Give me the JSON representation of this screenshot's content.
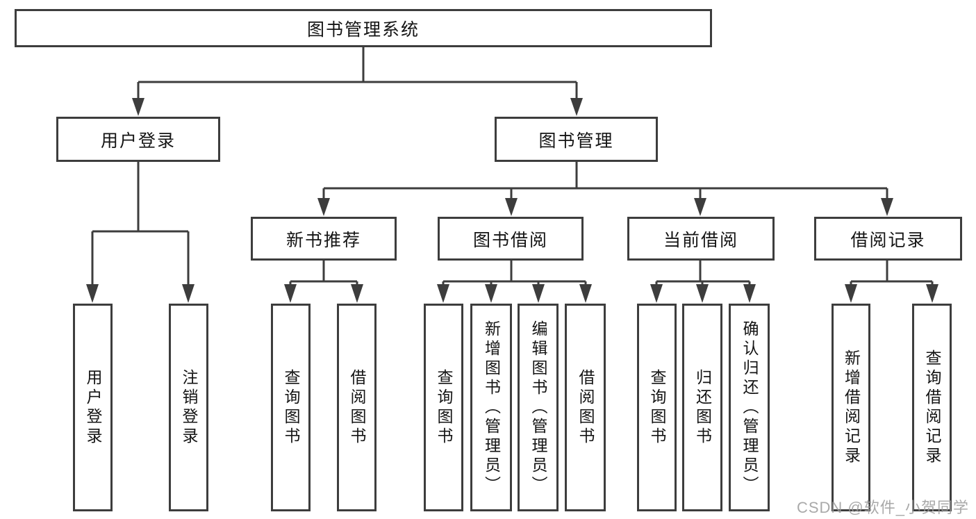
{
  "diagram": {
    "root": {
      "label": "图书管理系统"
    },
    "level2": [
      {
        "label": "用户登录"
      },
      {
        "label": "图书管理"
      }
    ],
    "level3": [
      {
        "label": "新书推荐"
      },
      {
        "label": "图书借阅"
      },
      {
        "label": "当前借阅"
      },
      {
        "label": "借阅记录"
      }
    ],
    "leaves": [
      {
        "label": "用户登录"
      },
      {
        "label": "注销登录"
      },
      {
        "label": "查询图书"
      },
      {
        "label": "借阅图书"
      },
      {
        "label": "查询图书"
      },
      {
        "label": "新增图书（管理员）"
      },
      {
        "label": "编辑图书（管理员）"
      },
      {
        "label": "借阅图书"
      },
      {
        "label": "查询图书"
      },
      {
        "label": "归还图书"
      },
      {
        "label": "确认归还（管理员）"
      },
      {
        "label": "新增借阅记录"
      },
      {
        "label": "查询借阅记录"
      }
    ],
    "watermark": "CSDN @软件_小贺同学",
    "colors": {
      "line": "#3d3d3d",
      "text": "#141414",
      "watermark": "#9b9b9b",
      "box_bg": "#ffffff"
    }
  }
}
